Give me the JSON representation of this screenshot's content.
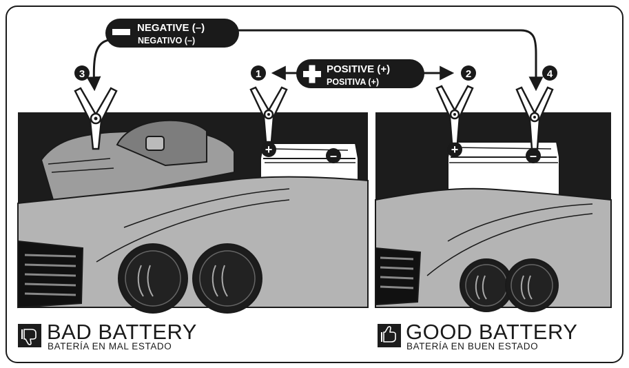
{
  "negative_label": {
    "en": "NEGATIVE (–)",
    "es": "NEGATIVO (–)",
    "symbol": "–"
  },
  "positive_label": {
    "en": "POSITIVE (+)",
    "es": "POSITIVA (+)",
    "symbol": "+"
  },
  "steps": [
    "1",
    "2",
    "3",
    "4"
  ],
  "bad_battery": {
    "title": "BAD BATTERY",
    "subtitle": "BATERÍA EN MAL ESTADO",
    "icon": "thumbs-down-icon"
  },
  "good_battery": {
    "title": "GOOD BATTERY",
    "subtitle": "BATERÍA EN BUEN ESTADO",
    "icon": "thumbs-up-icon"
  },
  "colors": {
    "background": "#1c1c1c",
    "vehicle": "#b4b4b4",
    "ink": "#1a1a1a"
  }
}
